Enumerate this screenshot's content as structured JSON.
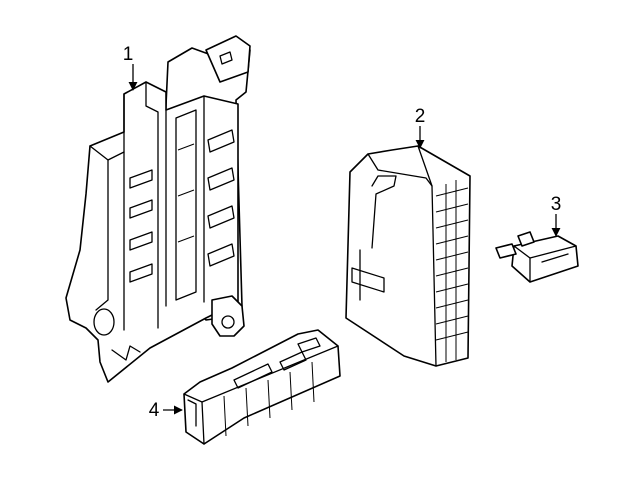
{
  "callouts": [
    {
      "id": "1",
      "label": "1"
    },
    {
      "id": "2",
      "label": "2"
    },
    {
      "id": "3",
      "label": "3"
    },
    {
      "id": "4",
      "label": "4"
    }
  ],
  "colors": {
    "ink": "#000000",
    "background": "#ffffff"
  }
}
